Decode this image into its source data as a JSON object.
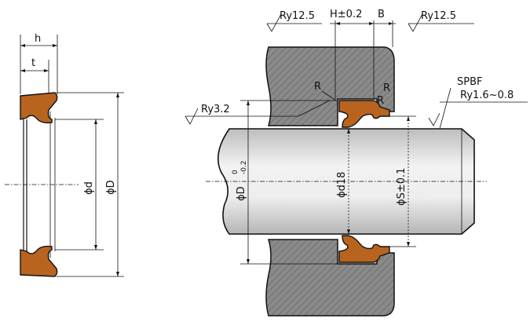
{
  "colors": {
    "seal": "#b8641e",
    "housing": "#8a8a8a",
    "shaft": "#e6e6e6",
    "line": "#111111"
  },
  "labels": {
    "h": "h",
    "t": "t",
    "phi_d": "ϕd",
    "phi_D": "ϕD",
    "ry_top_left": "Ry12.5",
    "h_tol": "H±0.2",
    "b": "B",
    "ry_top_right": "Ry12.5",
    "r_left": "R",
    "r_right_top": "R",
    "r_right_bottom": "R",
    "spbf": "SPBF",
    "ry_shaft": "Ry1.6~0.8",
    "ry_bore": "Ry3.2",
    "phi_D_small": "ϕD",
    "tol_upper": "0",
    "tol_lower": "-0.2",
    "phi_d18": "ϕd18",
    "phi_S": "ϕS±0.1"
  }
}
